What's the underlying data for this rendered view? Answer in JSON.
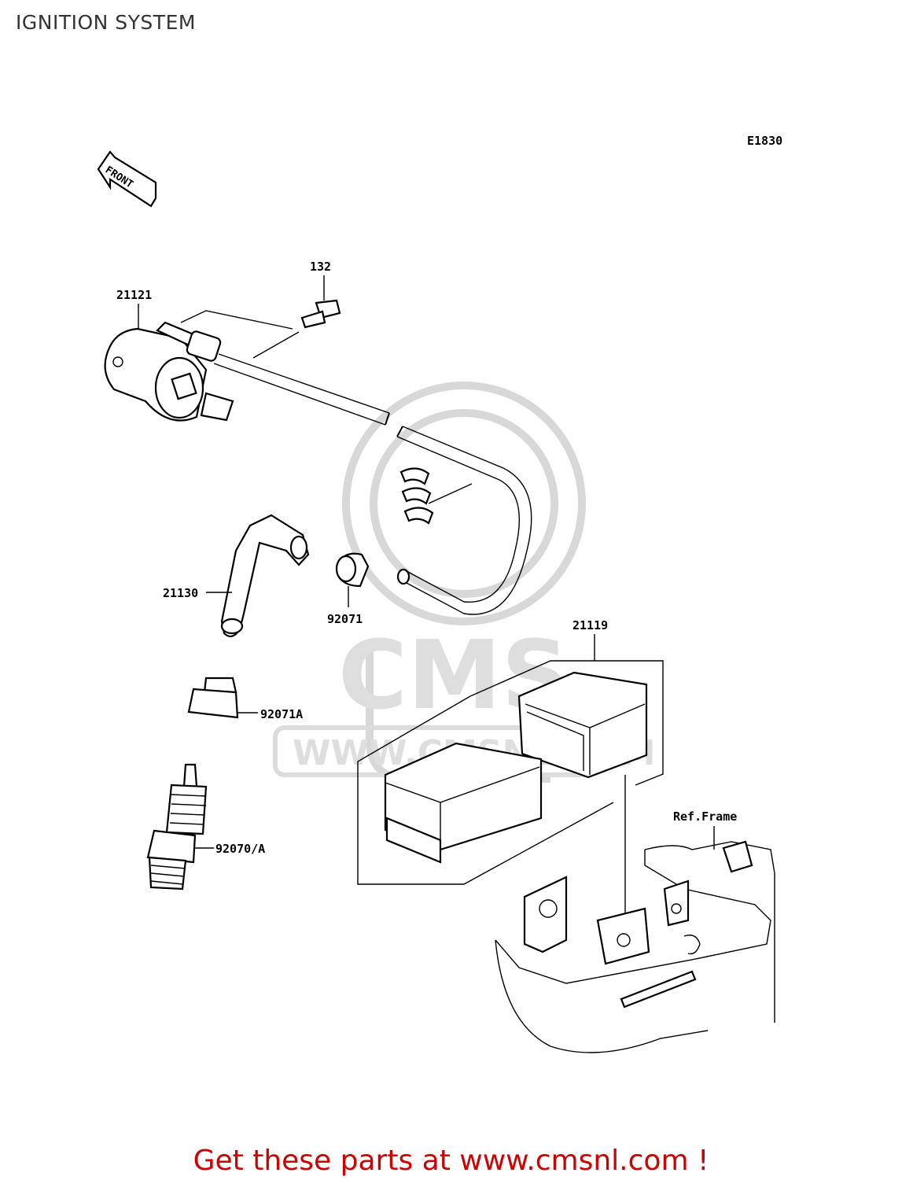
{
  "page_title": "IGNITION SYSTEM",
  "diagram_code": "E1830",
  "front_label": "FRONT",
  "watermark": {
    "brand": "CMS",
    "url": "WWW.CMSNL.COM"
  },
  "reference_label": "Ref.Frame",
  "parts": [
    {
      "number": "132",
      "name": "bolt"
    },
    {
      "number": "21121",
      "name": "ignition coil"
    },
    {
      "number": "21130",
      "name": "spark plug cap"
    },
    {
      "number": "92071",
      "name": "grommet"
    },
    {
      "number": "92071A",
      "name": "cap"
    },
    {
      "number": "92070/A",
      "name": "spark plug"
    },
    {
      "number": "21119",
      "name": "igniter"
    }
  ],
  "footer_text": "Get these parts at www.cmsnl.com !",
  "colors": {
    "footer": "#d00000",
    "title": "#333333",
    "watermark": "#d8d8d8"
  }
}
